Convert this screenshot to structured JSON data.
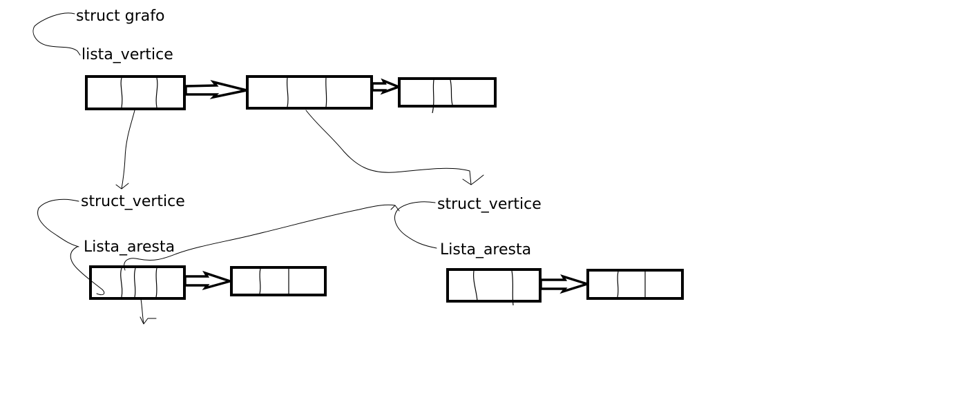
{
  "labels": {
    "struct_grafo": "struct grafo",
    "lista_vertice": "lista_vertice",
    "struct_vertice_left": "struct_vertice",
    "lista_aresta_left": "Lista_aresta",
    "struct_vertice_right": "struct_vertice",
    "lista_aresta_right": "Lista_aresta"
  },
  "colors": {
    "ink": "#000000",
    "background": "#ffffff"
  }
}
